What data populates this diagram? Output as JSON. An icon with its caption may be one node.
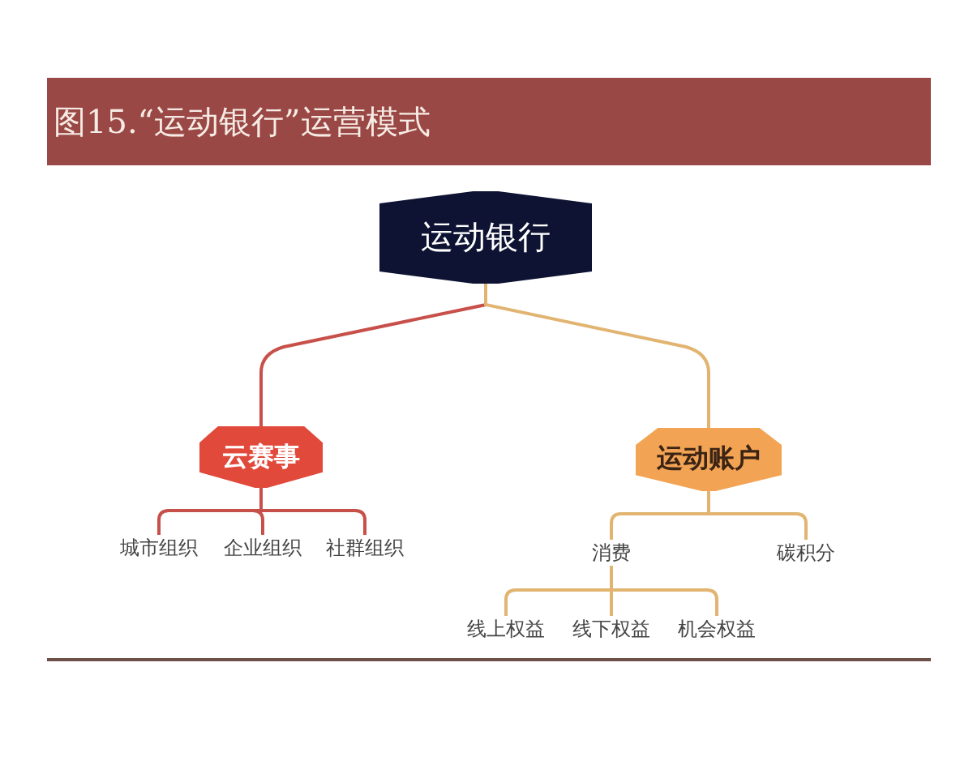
{
  "diagram": {
    "title": "图15.“运动银行”运营模式",
    "nodes": [
      {
        "text": [
          "运动银行"
        ]
      },
      {
        "text": [
          "云赛事"
        ]
      },
      {
        "text": [
          "运动账户"
        ]
      },
      {
        "text": [
          "城市组织"
        ]
      },
      {
        "text": [
          "企业组织"
        ]
      },
      {
        "text": [
          "社群组织"
        ]
      },
      {
        "text": [
          "消费"
        ]
      },
      {
        "text": [
          "碳积分"
        ]
      },
      {
        "text": [
          "线上权益"
        ]
      },
      {
        "text": [
          "线下权益"
        ]
      },
      {
        "text": [
          "机会权益"
        ]
      }
    ],
    "edges": [
      {
        "from": 0,
        "to": 1,
        "arrow": "none",
        "color": "#c8504a"
      },
      {
        "from": 0,
        "to": 2,
        "arrow": "none"
      },
      {
        "from": 1,
        "to": 3,
        "arrow": "none",
        "color": "#c8504a"
      },
      {
        "from": 1,
        "to": 4,
        "arrow": "none",
        "color": "#c8504a"
      },
      {
        "from": 1,
        "to": 5,
        "arrow": "none",
        "color": "#c8504a"
      },
      {
        "from": 2,
        "to": 6,
        "arrow": "none"
      },
      {
        "from": 2,
        "to": 7,
        "arrow": "none"
      },
      {
        "from": 6,
        "to": 8,
        "arrow": "none"
      },
      {
        "from": 6,
        "to": 9,
        "arrow": "none"
      },
      {
        "from": 6,
        "to": 10,
        "arrow": "none"
      }
    ]
  }
}
